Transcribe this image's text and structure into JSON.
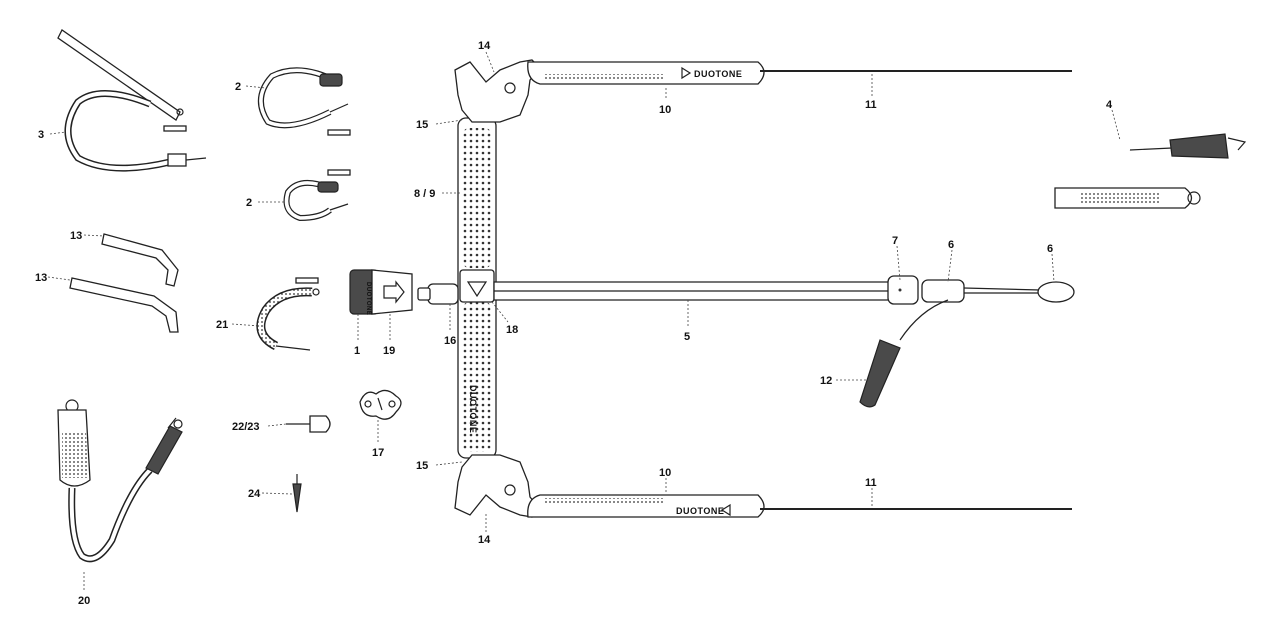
{
  "brand": "DUOTONE",
  "callouts": {
    "c1": "1",
    "c2a": "2",
    "c2b": "2",
    "c3": "3",
    "c4": "4",
    "c5": "5",
    "c6a": "6",
    "c6b": "6",
    "c7": "7",
    "c89": "8 / 9",
    "c10a": "10",
    "c10b": "10",
    "c11a": "11",
    "c11b": "11",
    "c12": "12",
    "c13a": "13",
    "c13b": "13",
    "c14a": "14",
    "c14b": "14",
    "c15a": "15",
    "c15b": "15",
    "c16": "16",
    "c17": "17",
    "c18": "18",
    "c19": "19",
    "c20": "20",
    "c21": "21",
    "c2223": "22/23",
    "c24": "24"
  }
}
